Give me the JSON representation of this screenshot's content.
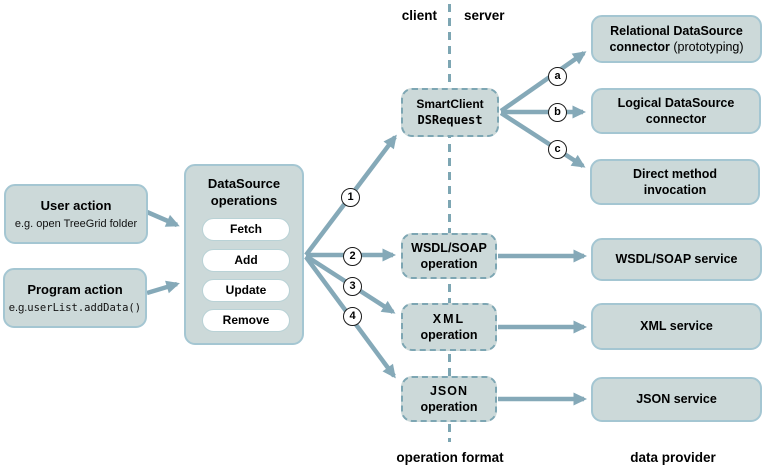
{
  "header": {
    "client": "client",
    "server": "server"
  },
  "left_column": {
    "user_action": {
      "title": "User action",
      "subtitle": "e.g. open TreeGrid folder"
    },
    "program_action": {
      "title": "Program action",
      "subtitle_prefix": "e.g.",
      "subtitle_code": "userList.addData()"
    }
  },
  "datasource_box": {
    "title_line1": "DataSource",
    "title_line2": "operations",
    "operations": [
      "Fetch",
      "Add",
      "Update",
      "Remove"
    ]
  },
  "client_request": {
    "line1": "SmartClient",
    "line2": "DSRequest"
  },
  "connectors": [
    {
      "line1": "Relational DataSource",
      "line2_bold": "connector",
      "line2_suffix": " (prototyping)"
    },
    {
      "line1": "Logical DataSource",
      "line2_bold": "connector",
      "line2_suffix": ""
    },
    {
      "line1": "Direct method",
      "line2_bold": "invocation",
      "line2_suffix": ""
    }
  ],
  "operation_boxes": [
    {
      "line1": "WSDL/SOAP",
      "line2": "operation"
    },
    {
      "line1": "XML",
      "line2": "operation"
    },
    {
      "line1": "JSON",
      "line2": "operation"
    }
  ],
  "services": [
    "WSDL/SOAP service",
    "XML service",
    "JSON service"
  ],
  "arrow_labels": {
    "numbers": [
      "1",
      "2",
      "3",
      "4"
    ],
    "letters": [
      "a",
      "b",
      "c"
    ]
  },
  "footer": {
    "operation_format": "operation format",
    "data_provider": "data provider"
  },
  "colors": {
    "box_fill": "#ccd9d9",
    "solid_border": "#a4c6d2",
    "dashed_border": "#7da6b3",
    "arrow": "#85a9b8",
    "pill_fill": "#ffffff",
    "text": "#000000"
  }
}
